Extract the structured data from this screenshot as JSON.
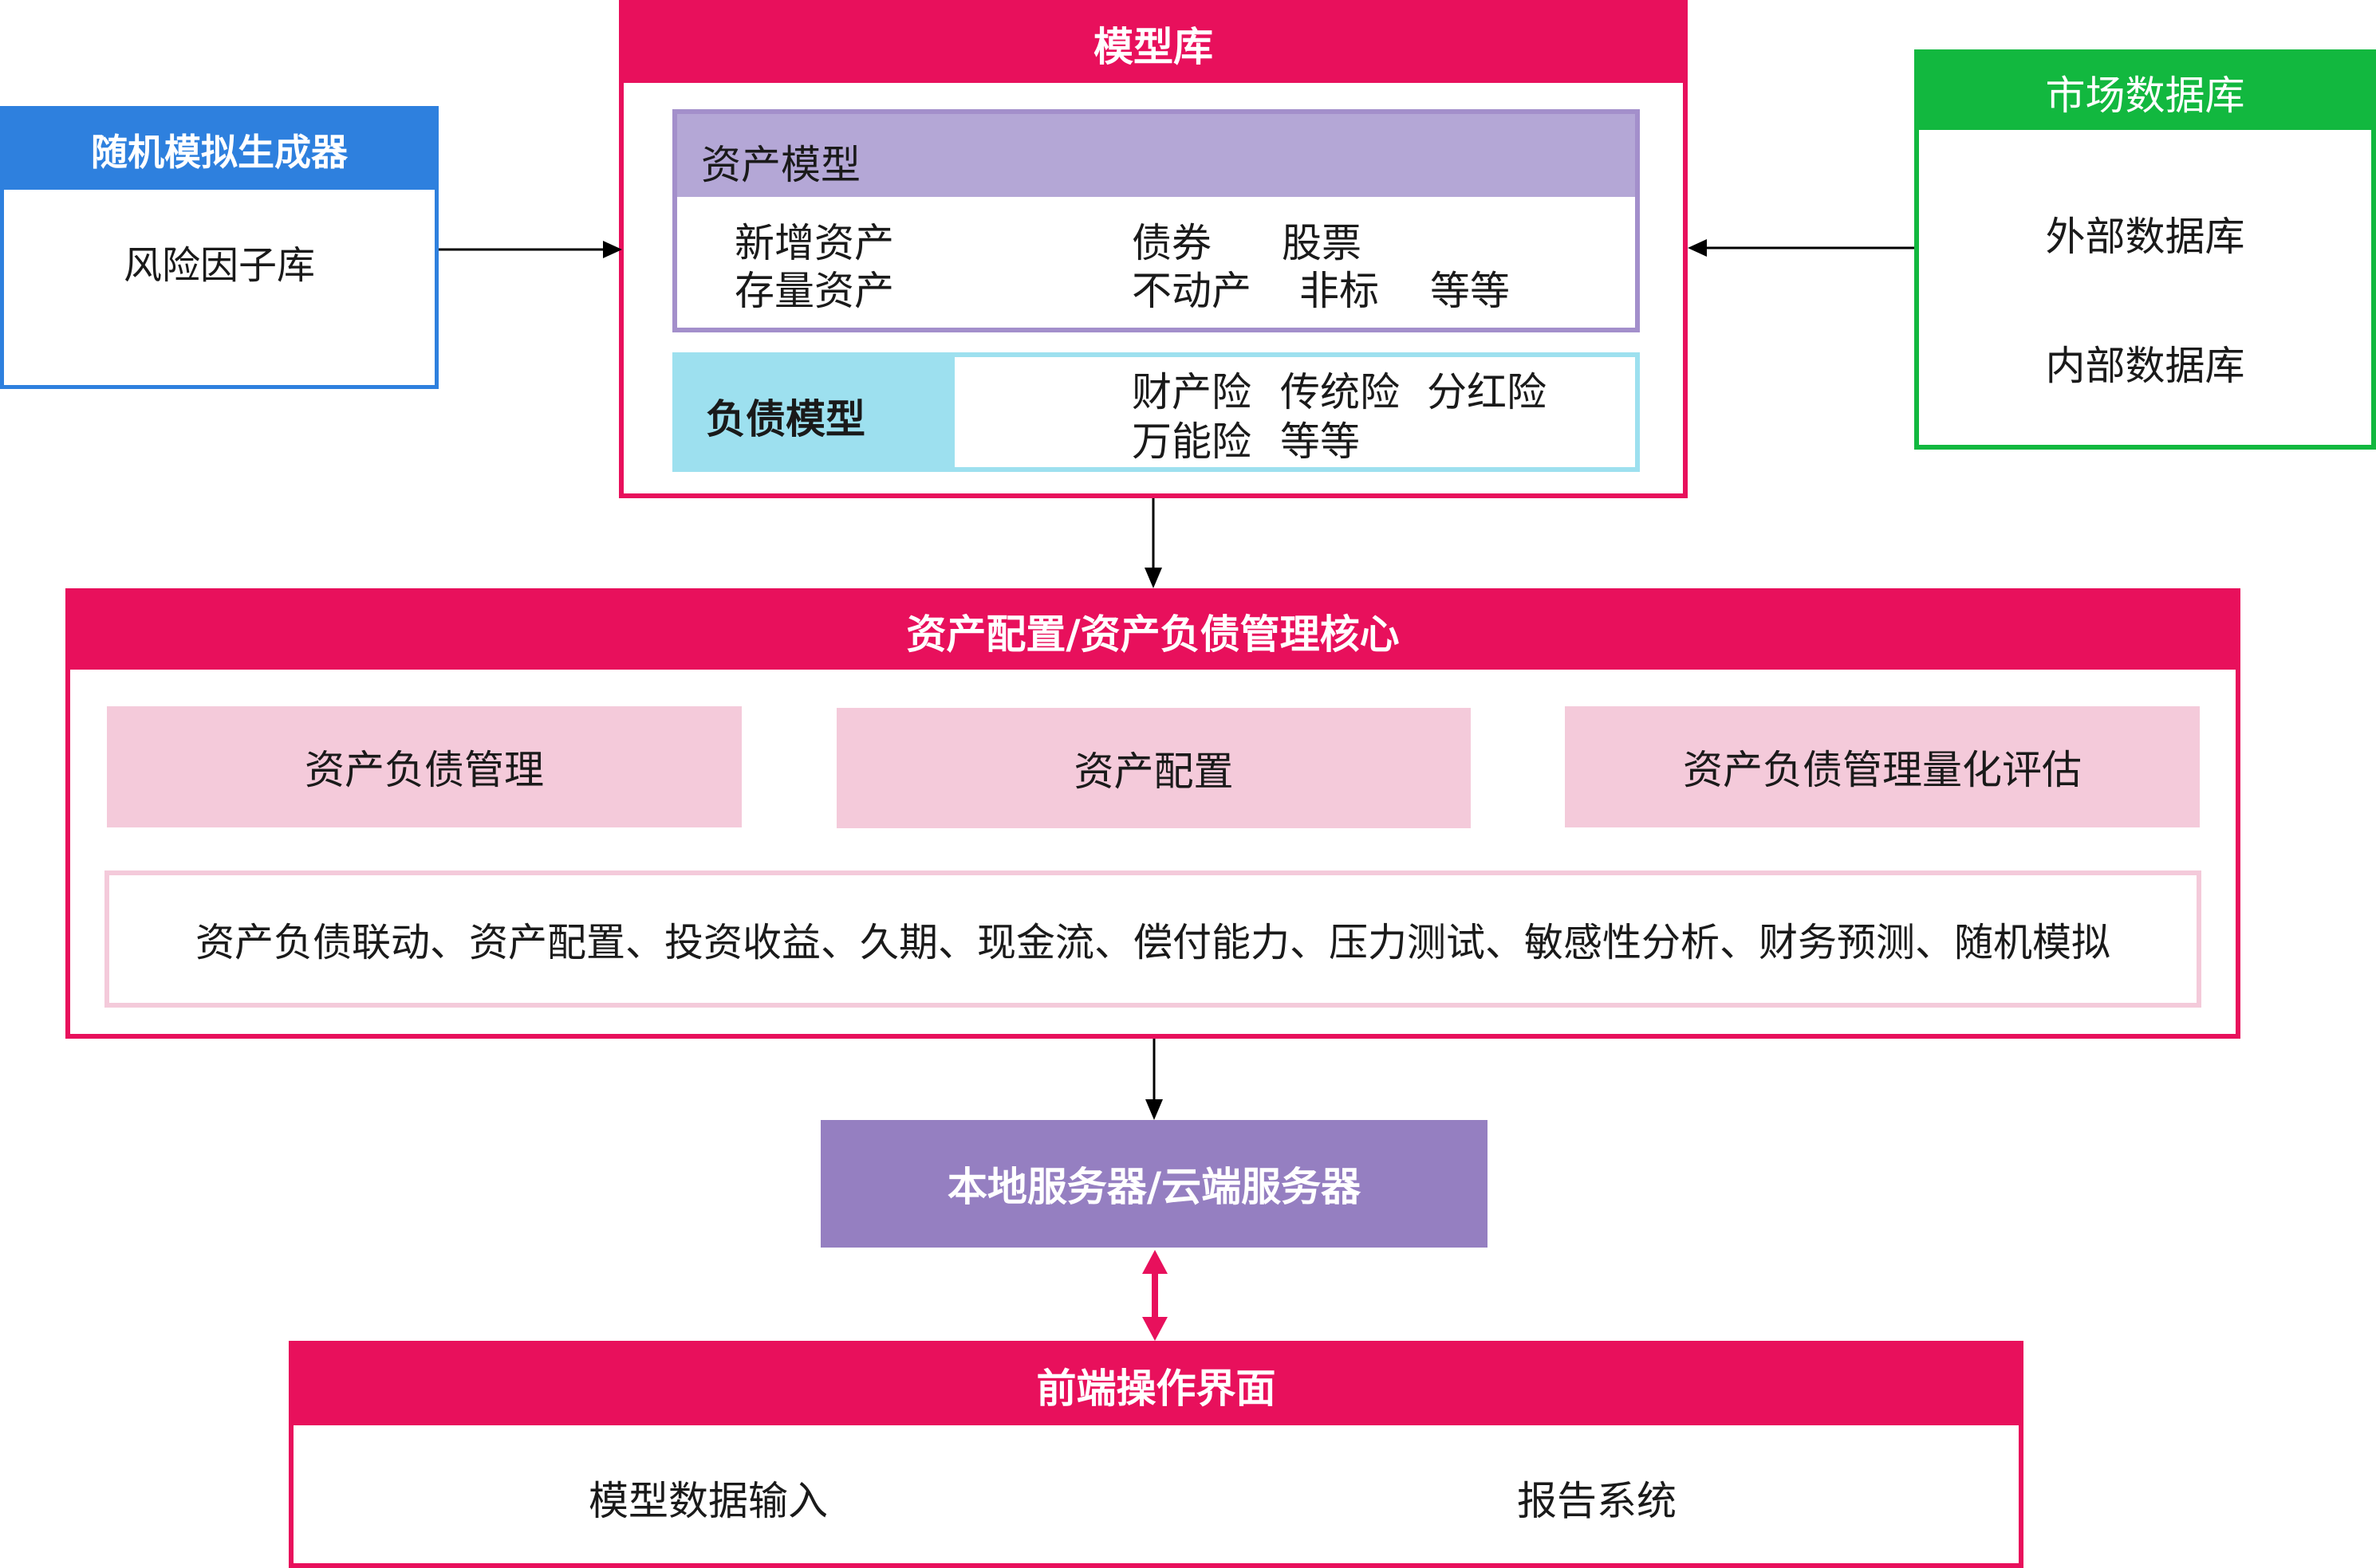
{
  "colors": {
    "pink": "#E8105C",
    "blue": "#2E80DE",
    "green": "#12B83F",
    "lavender": "#B4A7D6",
    "lavender_border": "#A38FCB",
    "cyan": "#9DE0EF",
    "light_pink": "#F4CADA",
    "purple": "#957FC1"
  },
  "random_generator": {
    "title": "随机模拟生成器",
    "item": "风险因子库"
  },
  "model_library": {
    "title": "模型库",
    "asset_model": {
      "title": "资产模型",
      "left_items": [
        "新增资产",
        "存量资产"
      ],
      "right_row1": [
        "债券",
        "股票"
      ],
      "right_row2": [
        "不动产",
        "非标",
        "等等"
      ]
    },
    "liability_model": {
      "title": "负债模型",
      "row1": [
        "财产险",
        "传统险",
        "分红险"
      ],
      "row2": [
        "万能险",
        "等等"
      ]
    }
  },
  "market_db": {
    "title": "市场数据库",
    "items": [
      "外部数据库",
      "内部数据库"
    ]
  },
  "core": {
    "title": "资产配置/资产负债管理核心",
    "modules": [
      "资产负债管理",
      "资产配置",
      "资产负债管理量化评估"
    ],
    "functions": "资产负债联动、资产配置、投资收益、久期、现金流、偿付能力、压力测试、敏感性分析、财务预测、随机模拟"
  },
  "server": {
    "title": "本地服务器/云端服务器"
  },
  "frontend": {
    "title": "前端操作界面",
    "items": [
      "模型数据输入",
      "报告系统"
    ]
  }
}
